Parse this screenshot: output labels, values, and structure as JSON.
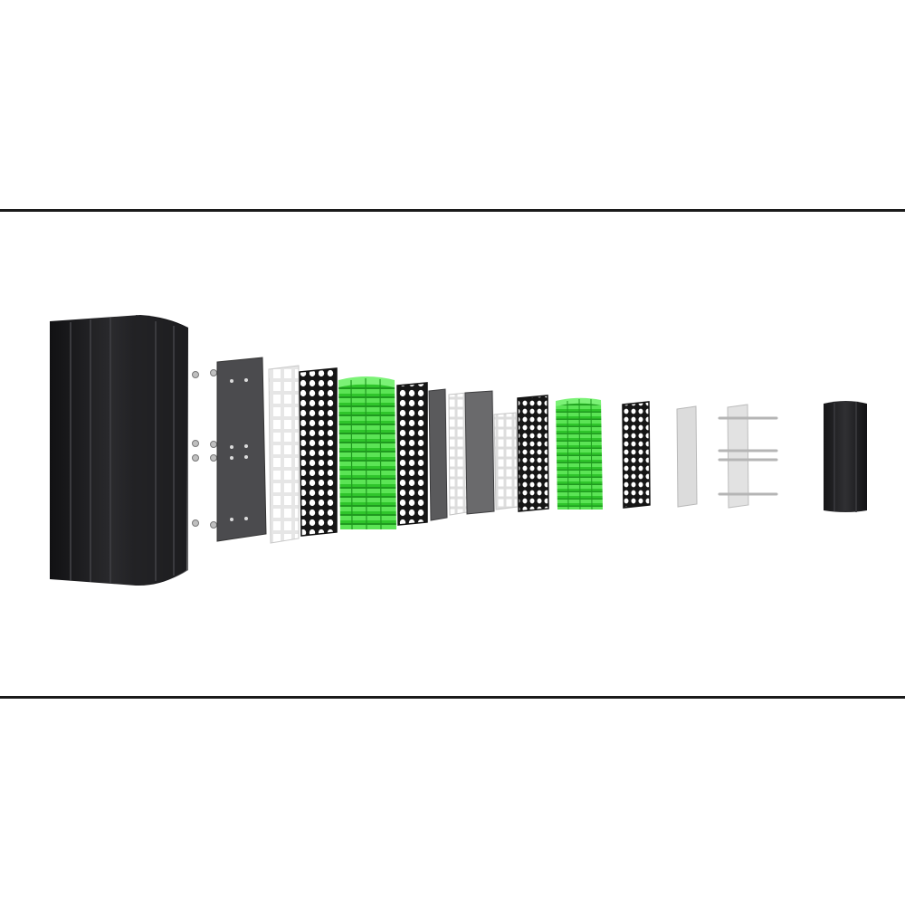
{
  "colors": {
    "housing": "#1c1c1e",
    "housing_edge": "#2f2f32",
    "plate_dark": "#4a4a4c",
    "plate_light": "#d9d9d9",
    "holder_black": "#141414",
    "cell_green": "#3fd13a",
    "cell_green_dark": "#22a024",
    "rail_silver": "#c8c8c8",
    "frame_line": "#1a1a1a"
  },
  "parts": [
    {
      "name": "main-housing",
      "kind": "housing"
    },
    {
      "name": "end-plate-left",
      "kind": "dark-plate"
    },
    {
      "name": "nickel-strip-left",
      "kind": "light-mesh"
    },
    {
      "name": "cell-holder-left-outer",
      "kind": "black-holder"
    },
    {
      "name": "battery-cells-block-left",
      "kind": "green-cells"
    },
    {
      "name": "cell-holder-left-inner",
      "kind": "black-holder"
    },
    {
      "name": "insulation-plate-1",
      "kind": "dark-plate"
    },
    {
      "name": "nickel-strip-center",
      "kind": "light-mesh"
    },
    {
      "name": "insulation-plate-2",
      "kind": "dark-plate"
    },
    {
      "name": "nickel-strip-right",
      "kind": "light-mesh"
    },
    {
      "name": "cell-holder-right-outer",
      "kind": "black-holder"
    },
    {
      "name": "battery-cells-block-right",
      "kind": "green-cells"
    },
    {
      "name": "cell-holder-right-inner",
      "kind": "black-holder"
    },
    {
      "name": "end-plate-light",
      "kind": "light-plate"
    },
    {
      "name": "terminal-rods-plate",
      "kind": "rods"
    },
    {
      "name": "end-cap",
      "kind": "cap"
    }
  ]
}
